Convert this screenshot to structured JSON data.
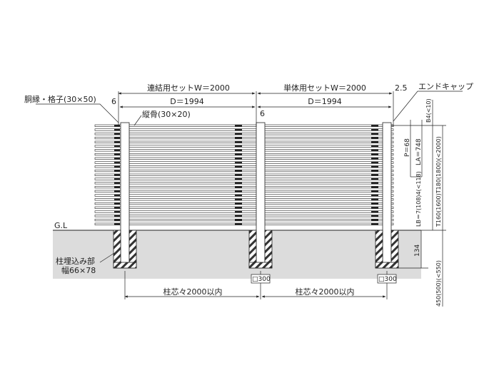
{
  "labels": {
    "linked_set": "連結用セットW＝2000",
    "single_set": "単体用セットW＝2000",
    "end_offset": "2.5",
    "end_cap": "エンドキャップ",
    "rail": "胴縁・格子(30×50)",
    "left_gap": "6",
    "mid_gap": "6",
    "d_left": "D＝1994",
    "d_right": "D＝1994",
    "post": "縦骨(30×20)",
    "p_pitch": "P＝68",
    "la": "LA＝748",
    "top_b": "B4(<10)",
    "lb": "LB＝7(108)4(<118)",
    "total_t": "T160(1600)T180(1800)(<2000)",
    "gl": "G.L",
    "dim_134": "134",
    "embed_1": "柱埋込み部",
    "embed_2": "幅66×78",
    "sq1": "□300",
    "sq2": "□300",
    "pitch_left": "柱芯々2000以内",
    "pitch_right": "柱芯々2000以内",
    "depth": "450(500)(<550)"
  },
  "colors": {
    "ground": "#dcdcdc",
    "line": "#222222",
    "hatch": "#333333"
  }
}
